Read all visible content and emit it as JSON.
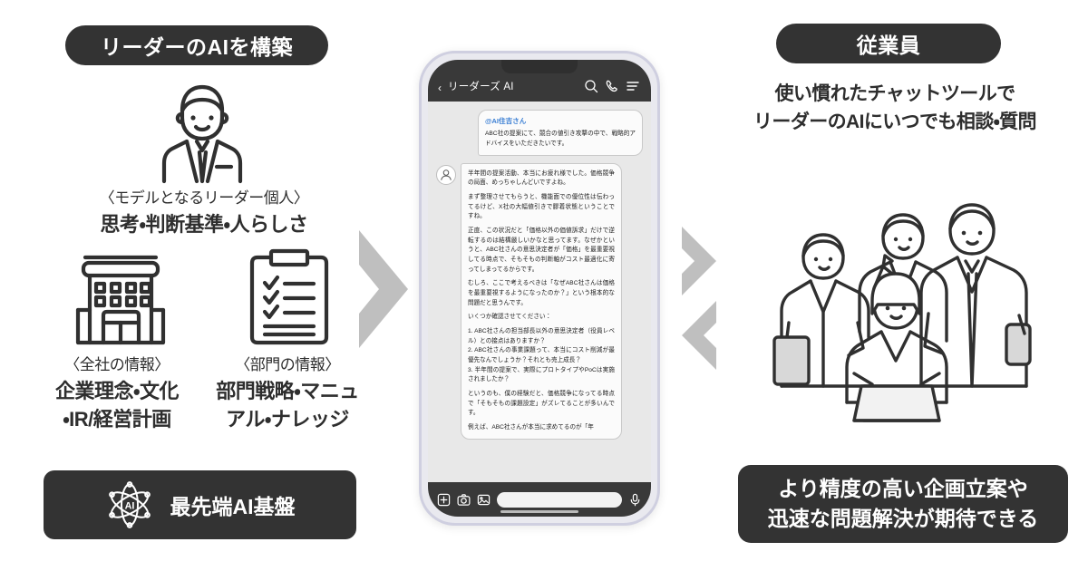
{
  "left": {
    "title_badge": "リーダーのAIを構築",
    "leader_caption_small": "〈モデルとなるリーダー個人〉",
    "leader_caption_large": "思考・判断基準・人らしさ",
    "company_caption_small": "〈全社の情報〉",
    "company_caption_large": "企業理念・文化\n・IR/経営計画",
    "dept_caption_small": "〈部門の情報〉",
    "dept_caption_large": "部門戦略・マニュ\nアル・ナレッジ",
    "ai_foundation_label": "最先端AI基盤",
    "ai_icon_text": "AI"
  },
  "phone": {
    "app_title": "リーダーズ AI",
    "back_label": "‹",
    "icons": [
      "search-icon",
      "phone-call-icon",
      "menu-icon"
    ],
    "input_placeholder": "",
    "input_value": "",
    "user_message": {
      "mention": "@AI住吉さん",
      "body": "ABC社の提案にて、競合の値引き攻撃の中で、戦略的アドバイスをいただきたいです。"
    },
    "ai_message": {
      "paragraphs": [
        "半年間の提案活動、本当にお疲れ様でした。価格競争の局面、めっちゃしんどいですよね。",
        "まず整理させてもらうと、機能面での優位性は伝わってるけど、X社の大幅値引きで膠着状態ということですね。",
        "正直、この状況だと「価格以外の価値訴求」だけで逆転するのは結構厳しいかなと思ってます。なぜかというと、ABC社さんの意思決定者が「価格」を最重要視してる時点で、そもそもの判断軸がコスト最適化に寄ってしまってるからです。",
        "むしろ、ここで考えるべきは「なぜABC社さんは価格を最重要視するようになったのか？」という根本的な問題だと思うんです。",
        "いくつか確認させてください："
      ],
      "questions": [
        "1. ABC社さんの担当部長以外の意思決定者（役員レベル）との接点はありますか？",
        "2. ABC社さんの事業課題って、本当にコスト削減が最優先なんでしょうか？それとも売上成長？",
        "3. 半年間の提案で、実際にプロトタイプやPoCは実施されましたか？"
      ],
      "closing": [
        "というのも、僕の経験だと、価格競争になってる時点で「そもそもの課題設定」がズレてることが多いんです。",
        "例えば、ABC社さんが本当に求めてるのが「年"
      ]
    }
  },
  "right": {
    "title_badge": "従業員",
    "subtitle_line1": "使い慣れたチャットツールで",
    "subtitle_line2": "リーダーのAIにいつでも相談・質問",
    "outcome_line1": "より精度の高い企画立案や",
    "outcome_line2": "迅速な問題解決が期待できる"
  },
  "colors": {
    "badge_bg": "#333333",
    "badge_text": "#ffffff",
    "body_text": "#2e2e2e",
    "arrow_gray": "#bfbfbf",
    "phone_frame": "#cfcfe0",
    "phone_bar": "#393939",
    "mention_blue": "#3b7fd4",
    "chat_bg": "#e8e8e8"
  }
}
